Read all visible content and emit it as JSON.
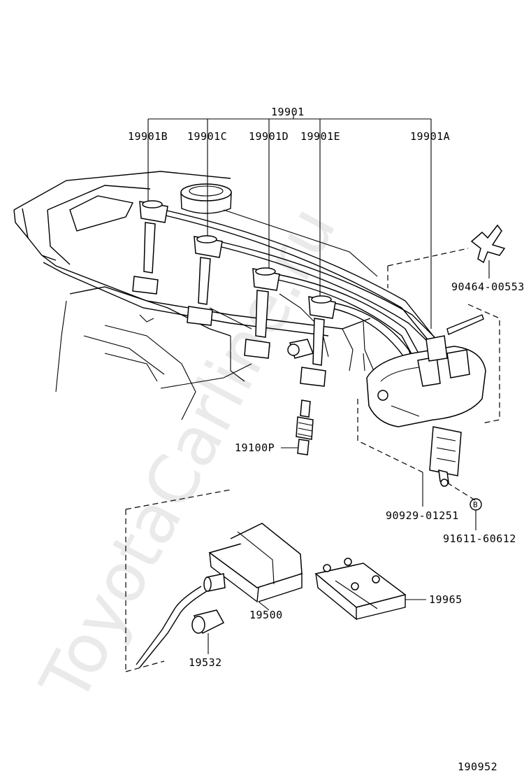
{
  "labels": {
    "harness": "19901",
    "b": "19901B",
    "c": "19901C",
    "d": "19901D",
    "e": "19901E",
    "a": "19901A",
    "rotor_clip": "90464-00553",
    "spark_plug": "19100P",
    "resistor": "90929-01251",
    "bolt": "91611-60612",
    "bolt_mark": "B",
    "coil": "19500",
    "bracket": "19965",
    "cap": "19532",
    "diagram_no": "190952"
  },
  "watermark": "ToyotaCarline.ru"
}
